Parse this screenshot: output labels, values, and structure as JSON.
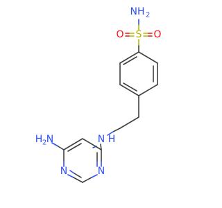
{
  "molecule": {
    "atoms": {
      "n_sulfonamide": {
        "text": "NH",
        "sub": "2",
        "color": "#3050F8"
      },
      "s_sulfonyl": {
        "text": "S",
        "color": "#B8B800"
      },
      "o_left": {
        "text": "O",
        "color": "#FF0D0D"
      },
      "o_right": {
        "text": "O",
        "color": "#FF0D0D"
      },
      "n_amino": {
        "text": "H",
        "sub": "2",
        "tail": "N",
        "color": "#3050F8"
      },
      "n_amine_link": {
        "text": "N",
        "sub_h": "H",
        "color": "#3050F8"
      },
      "n_ring_left": {
        "text": "N",
        "color": "#3050F8"
      },
      "n_ring_right": {
        "text": "N",
        "color": "#3050F8"
      }
    }
  }
}
